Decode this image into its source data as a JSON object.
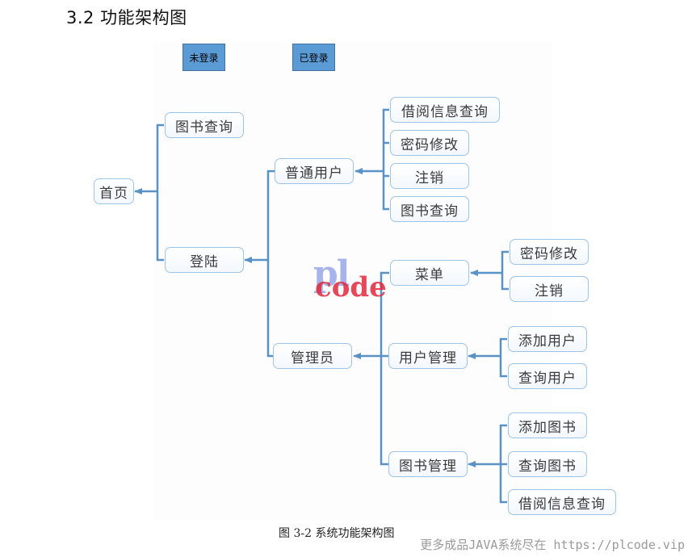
{
  "heading": "3.2 功能架构图",
  "legend": {
    "logged_out": "未登录",
    "logged_in": "已登录"
  },
  "nodes": {
    "home": "首页",
    "book_search": "图书查询",
    "login": "登陆",
    "normal_user": "普通用户",
    "nu_borrow_info_query": "借阅信息查询",
    "nu_password_change": "密码修改",
    "nu_logout": "注销",
    "nu_book_search": "图书查询",
    "admin": "管理员",
    "menu": "菜单",
    "menu_password_change": "密码修改",
    "menu_logout": "注销",
    "user_management": "用户管理",
    "add_user": "添加用户",
    "query_user": "查询用户",
    "book_management": "图书管理",
    "add_book": "添加图书",
    "query_book": "查询图书",
    "bm_borrow_info_query": "借阅信息查询"
  },
  "caption": "图 3-2   系统功能架构图",
  "watermark": {
    "line1": "pl",
    "line2": "code"
  },
  "footer_watermark": "更多成品JAVA系统尽在 https://plcode.vip",
  "colors": {
    "connector": "#5b92c6",
    "node_border": "#9dc3e6",
    "legend_fill": "#5b9bd5"
  }
}
